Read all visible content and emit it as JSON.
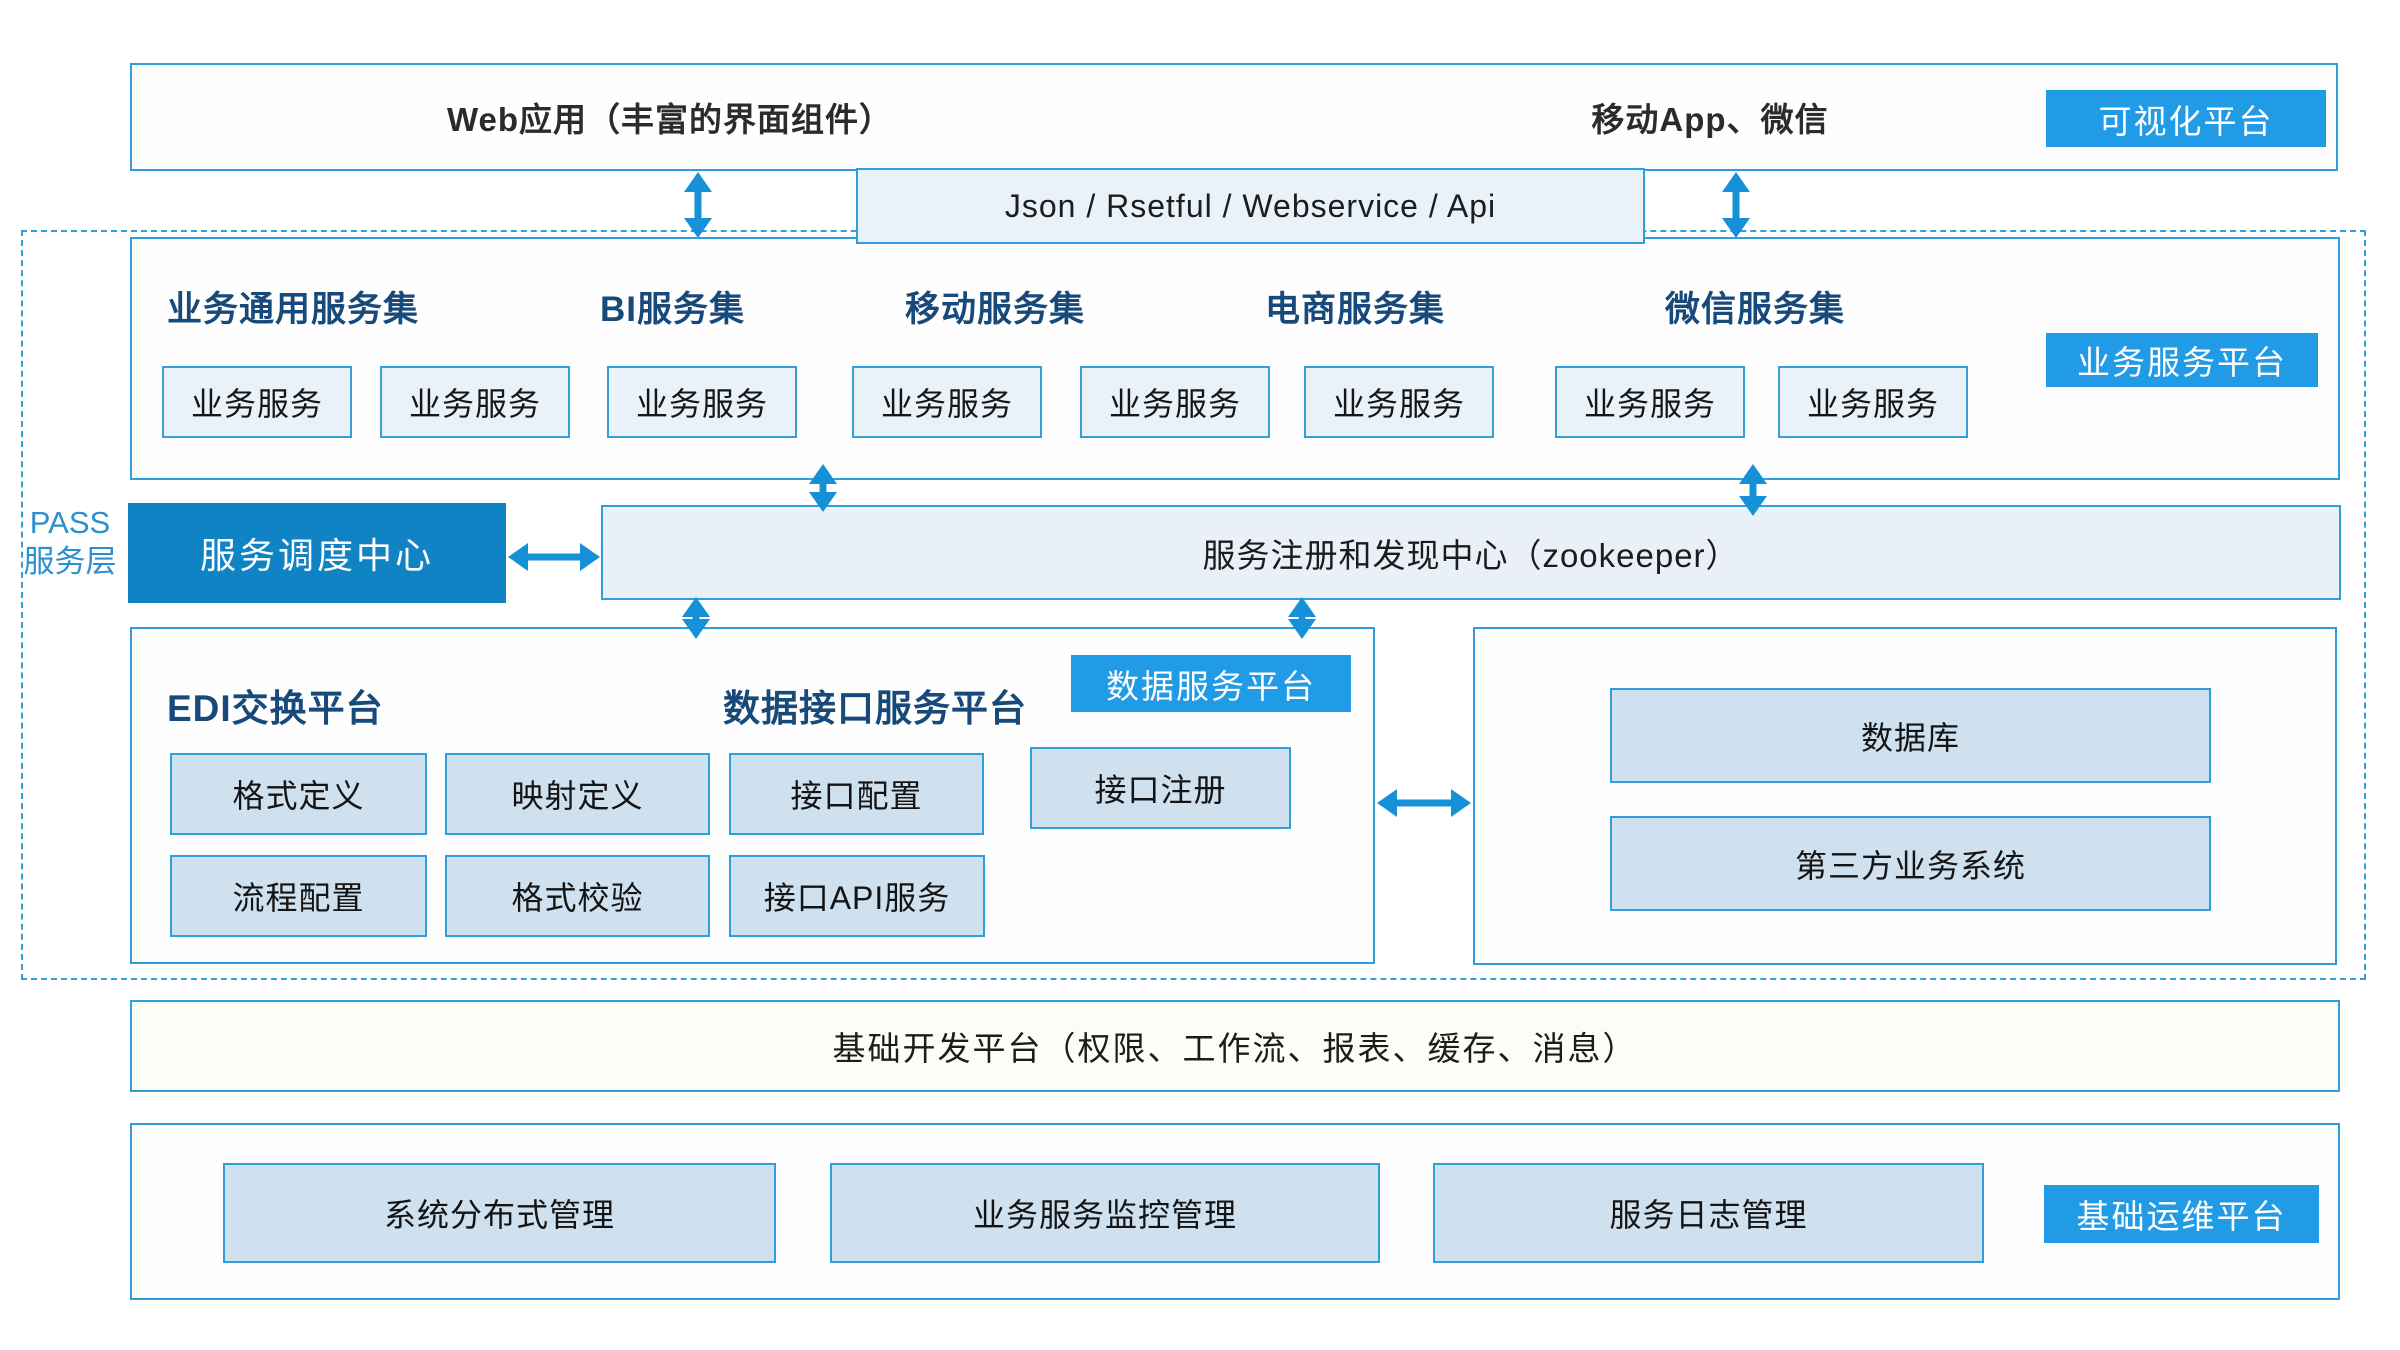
{
  "colors": {
    "accent_blue": "#1691d8",
    "border_blue": "#2f9edd",
    "badge_blue": "#229be7",
    "scheduler_blue": "#1083c5",
    "light_box_fill": "#e9f1f9",
    "panel_box_fill": "#cfe0ef",
    "heading_navy": "#17497b",
    "pass_label_blue": "#2e8fce"
  },
  "top_layer": {
    "web_app": "Web应用（丰富的界面组件）",
    "mobile_app": "移动App、微信",
    "badge": "可视化平台"
  },
  "api_bar": {
    "label": "Json / Rsetful / Webservice / Api"
  },
  "pass_layer": {
    "line1": "PASS",
    "line2": "服务层"
  },
  "business_platform": {
    "badge": "业务服务平台",
    "group_titles": [
      "业务通用服务集",
      "BI服务集",
      "移动服务集",
      "电商服务集",
      "微信服务集"
    ],
    "services": [
      "业务服务",
      "业务服务",
      "业务服务",
      "业务服务",
      "业务服务",
      "业务服务",
      "业务服务",
      "业务服务"
    ]
  },
  "middleware": {
    "scheduler": "服务调度中心",
    "registry": "服务注册和发现中心（zookeeper）"
  },
  "data_platform": {
    "badge": "数据服务平台",
    "edi_title": "EDI交换平台",
    "interface_title": "数据接口服务平台",
    "row1": [
      "格式定义",
      "映射定义",
      "接口配置",
      "接口注册"
    ],
    "row2": [
      "流程配置",
      "格式校验",
      "接口API服务"
    ]
  },
  "external_systems": {
    "database": "数据库",
    "third_party": "第三方业务系统"
  },
  "foundation": {
    "label": "基础开发平台（权限、工作流、报表、缓存、消息）"
  },
  "operations": {
    "badge": "基础运维平台",
    "items": [
      "系统分布式管理",
      "业务服务监控管理",
      "服务日志管理"
    ]
  }
}
